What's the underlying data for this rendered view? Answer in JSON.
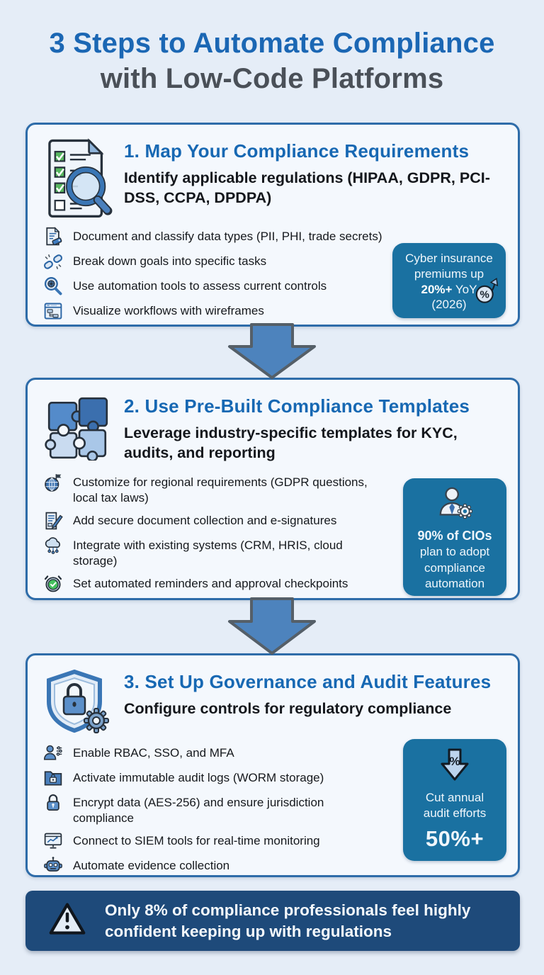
{
  "title": {
    "line1": "3 Steps to Automate Compliance",
    "line2": "with Low-Code Platforms"
  },
  "steps": [
    {
      "icon": "checklist-magnifier-icon",
      "heading": "1. Map Your Compliance Requirements",
      "subheading": "Identify applicable regulations (HIPAA, GDPR, PCI-DSS, CCPA, DPDPA)",
      "bullets": [
        {
          "icon": "document-tag-icon",
          "text": "Document and classify data types (PII, PHI, trade secrets)"
        },
        {
          "icon": "broken-link-icon",
          "text": "Break down goals into specific tasks"
        },
        {
          "icon": "magnifier-gear-icon",
          "text": "Use automation tools to assess current controls"
        },
        {
          "icon": "wireframe-window-icon",
          "text": "Visualize workflows with wireframes"
        }
      ],
      "stat": {
        "icon": "percent-trend-up-icon",
        "line1": "Cyber insurance",
        "line2": "premiums up",
        "bold": "20%+",
        "line3_rest": " YoY",
        "line4": "(2026)"
      }
    },
    {
      "icon": "puzzle-pieces-icon",
      "heading": "2. Use Pre-Built Compliance Templates",
      "subheading": "Leverage industry-specific templates for KYC, audits, and reporting",
      "bullets": [
        {
          "icon": "globe-flag-icon",
          "text": "Customize for regional requirements (GDPR questions, local tax laws)"
        },
        {
          "icon": "document-pen-icon",
          "text": "Add secure document collection and e-signatures"
        },
        {
          "icon": "cloud-network-icon",
          "text": "Integrate with existing systems (CRM, HRIS, cloud storage)"
        },
        {
          "icon": "alarm-check-icon",
          "text": "Set automated reminders and approval checkpoints"
        }
      ],
      "stat": {
        "icon": "person-gear-icon",
        "bold": "90% of CIOs",
        "text": "plan to adopt compliance automation"
      }
    },
    {
      "icon": "shield-lock-gear-icon",
      "heading": "3. Set Up Governance and Audit Features",
      "subheading": "Configure controls for regulatory compliance",
      "bullets": [
        {
          "icon": "user-permissions-icon",
          "text": "Enable RBAC, SSO, and MFA"
        },
        {
          "icon": "folder-lock-icon",
          "text": "Activate immutable audit logs (WORM storage)"
        },
        {
          "icon": "padlock-icon",
          "text": "Encrypt data (AES-256) and ensure jurisdiction compliance"
        },
        {
          "icon": "monitor-chart-icon",
          "text": "Connect to SIEM tools for real-time monitoring"
        },
        {
          "icon": "robot-icon",
          "text": "Automate evidence collection"
        }
      ],
      "stat": {
        "icon": "percent-arrow-down-icon",
        "line1": "Cut annual",
        "line2": "audit efforts",
        "big": "50%+"
      }
    }
  ],
  "banner": {
    "icon": "warning-triangle-icon",
    "text": "Only 8% of compliance professionals feel highly confident keeping up with regulations"
  },
  "colors": {
    "page_bg": "#e5edf7",
    "card_bg": "#f4f8fd",
    "card_border": "#2e6ca9",
    "title_blue": "#1b67b4",
    "title_gray": "#4a5058",
    "heading_blue": "#1768b3",
    "body_text": "#16191d",
    "stat_bg": "#1a71a1",
    "banner_bg": "#1e4a7a",
    "arrow_fill": "#4d83bd"
  }
}
